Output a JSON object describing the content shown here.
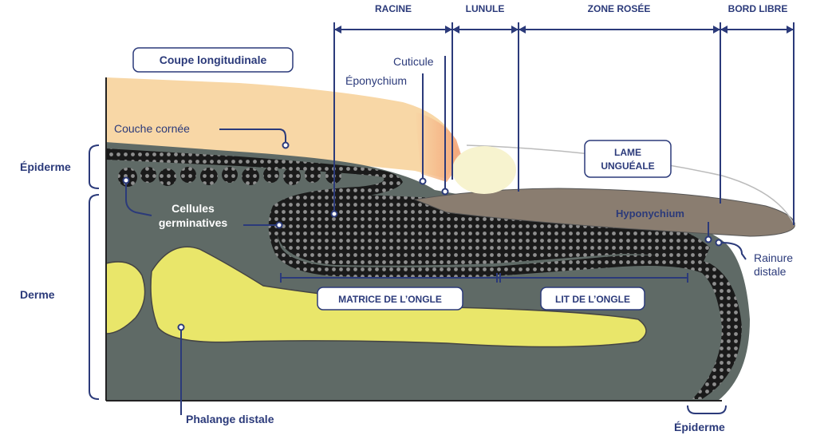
{
  "title_box": "Coupe longitudinale",
  "top_sections": {
    "racine": "RACINE",
    "lunule": "LUNULE",
    "zone_rosee": "ZONE ROSÉE",
    "bord_libre": "BORD LIBRE"
  },
  "labels": {
    "cuticule": "Cuticule",
    "eponychium": "Éponychium",
    "couche_cornee": "Couche cornée",
    "lame_line1": "LAME",
    "lame_line2": "UNGUÉALE",
    "hyponychium": "Hyponychium",
    "rainure_line1": "Rainure",
    "rainure_line2": "distale",
    "cellules_line1": "Cellules",
    "cellules_line2": "germinatives",
    "matrice": "MATRICE DE L’ONGLE",
    "lit": "LIT DE L’ONGLE",
    "phalange": "Phalange distale",
    "epiderme_bottom": "Épiderme"
  },
  "left_labels": {
    "epiderme": "Épiderme",
    "derme": "Derme"
  },
  "colors": {
    "navy": "#2b3a7a",
    "skin": "#f8d7a6",
    "dermis": "#5f6a66",
    "bone": "#e9e66a",
    "nail": "#8a7d70",
    "lunula": "#f7f3cf",
    "cells": "#1c1c1c"
  }
}
